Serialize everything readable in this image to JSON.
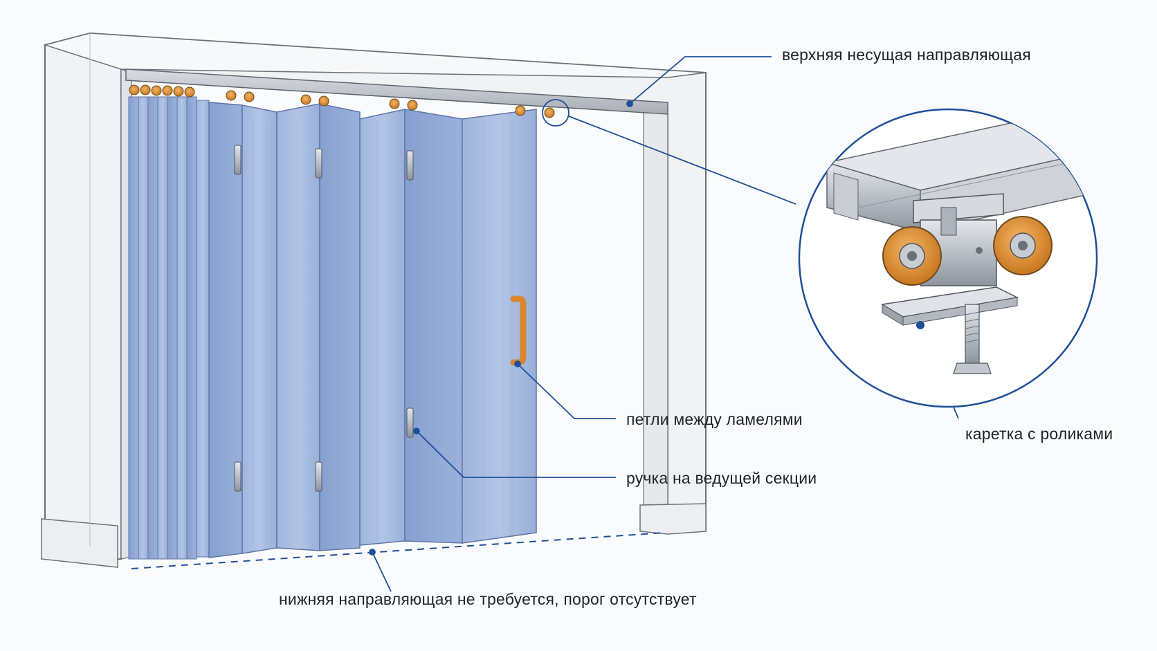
{
  "labels": {
    "top_rail": "верхняя несущая направляющая",
    "carriage": "каретка с роликами",
    "hinges": "петли между ламелями",
    "handle": "ручка на ведущей секции",
    "bottom_rail": "нижняя направляющая не требуется, порог отсутствует"
  },
  "colors": {
    "background": "#fafbfc",
    "frame": "#f1f2f4",
    "frame_shadow": "#d9dce0",
    "panel": "#a9bde0",
    "panel_dark": "#8ea6d2",
    "panel_edge": "#6f86b5",
    "rail": "#c8ccd2",
    "roller": "#e0953a",
    "metal": "#b9bec6",
    "callout": "#1e4f99",
    "text": "#1f2329"
  },
  "icons": {
    "handle": "door-handle-icon",
    "hinge": "hinge-icon",
    "roller": "roller-wheel-icon",
    "bolt": "bolt-icon"
  }
}
